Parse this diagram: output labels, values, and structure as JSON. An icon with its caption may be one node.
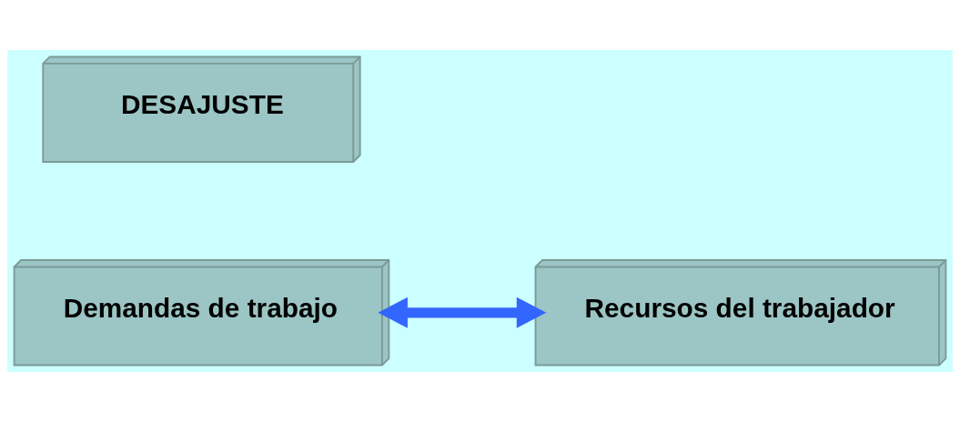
{
  "diagram": {
    "nodes": [
      {
        "text": [
          "DESAJUSTE"
        ]
      },
      {
        "text": [
          "Demandas de trabajo"
        ]
      },
      {
        "text": [
          "Recursos del trabajador"
        ]
      }
    ],
    "edges": [
      {
        "from": 1,
        "to": 2,
        "arrow": "both",
        "color": "#3366ff"
      }
    ]
  }
}
